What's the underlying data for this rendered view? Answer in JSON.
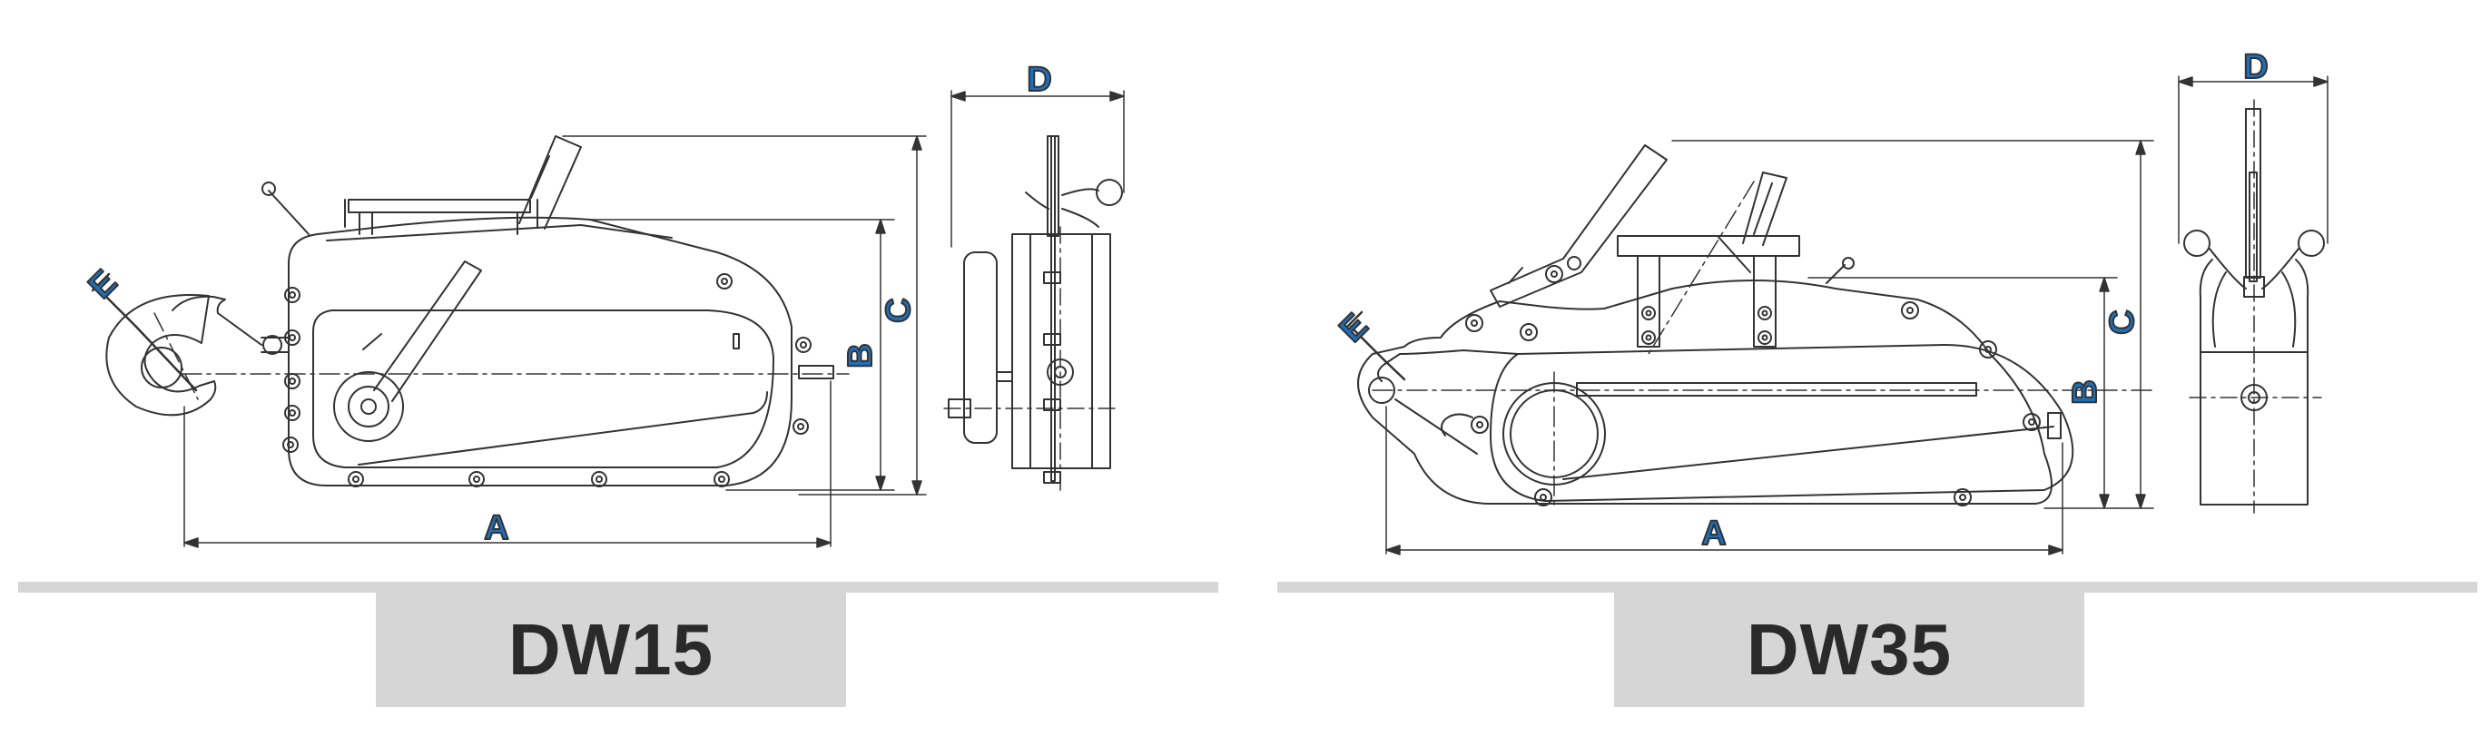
{
  "colors": {
    "line": "#333333",
    "dimension_label": "#1f6fb8",
    "band": "#d6d6d6",
    "model_text": "#2a2a2a"
  },
  "panels": [
    {
      "model": "DW15",
      "dims": {
        "a": "A",
        "b": "B",
        "c": "C",
        "d": "D",
        "e": "E"
      }
    },
    {
      "model": "DW35",
      "dims": {
        "a": "A",
        "b": "B",
        "c": "C",
        "d": "D",
        "e": "E"
      }
    }
  ]
}
